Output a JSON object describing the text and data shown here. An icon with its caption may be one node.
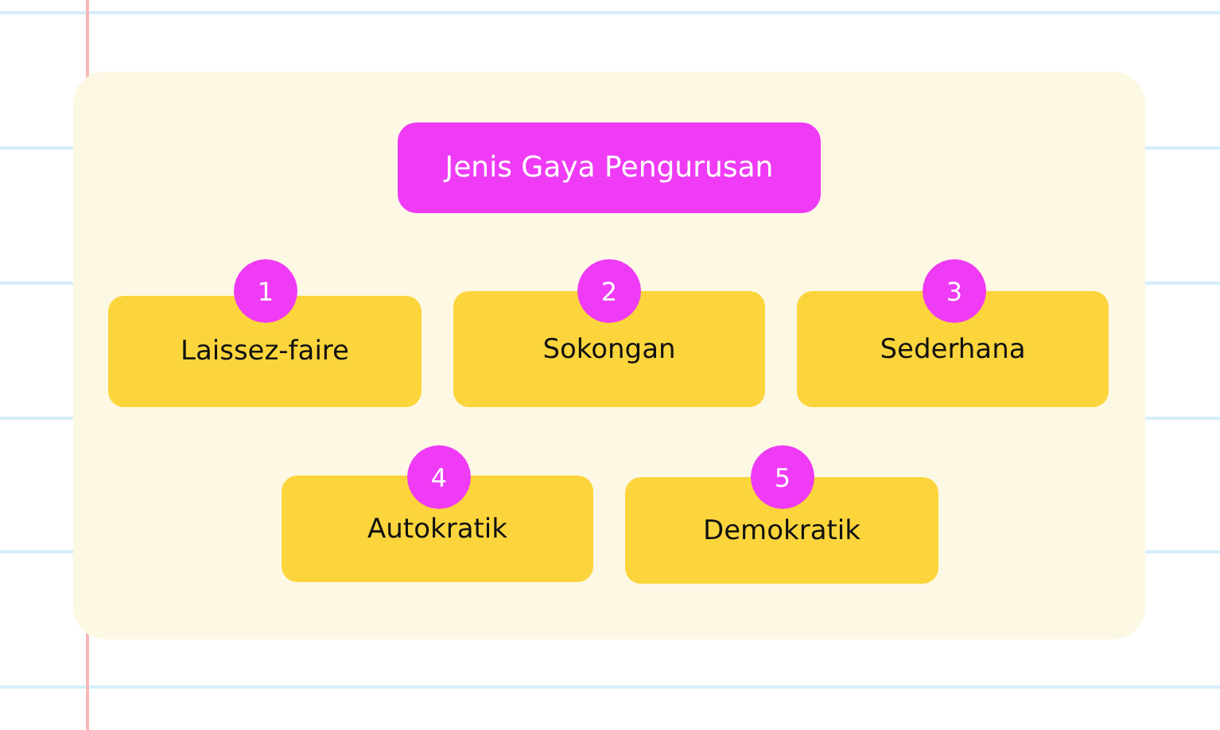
{
  "diagram": {
    "nodes": [
      {
        "text": [],
        "shape": "box"
      },
      {
        "text": [
          "Jenis Gaya Pengurusan"
        ],
        "in": 0
      },
      {
        "text": [
          "1"
        ],
        "in": 0
      },
      {
        "text": [
          "Laissez-faire"
        ],
        "in": 0
      },
      {
        "text": [
          "2"
        ],
        "in": 0
      },
      {
        "text": [
          "Sokongan"
        ],
        "in": 0
      },
      {
        "text": [
          "3"
        ],
        "in": 0
      },
      {
        "text": [
          "Sederhana"
        ],
        "in": 0
      },
      {
        "text": [
          "4"
        ],
        "in": 0
      },
      {
        "text": [
          "Autokratik"
        ],
        "in": 0
      },
      {
        "text": [
          "5"
        ],
        "in": 0
      },
      {
        "text": [
          "Demokratik"
        ],
        "in": 0
      }
    ]
  }
}
